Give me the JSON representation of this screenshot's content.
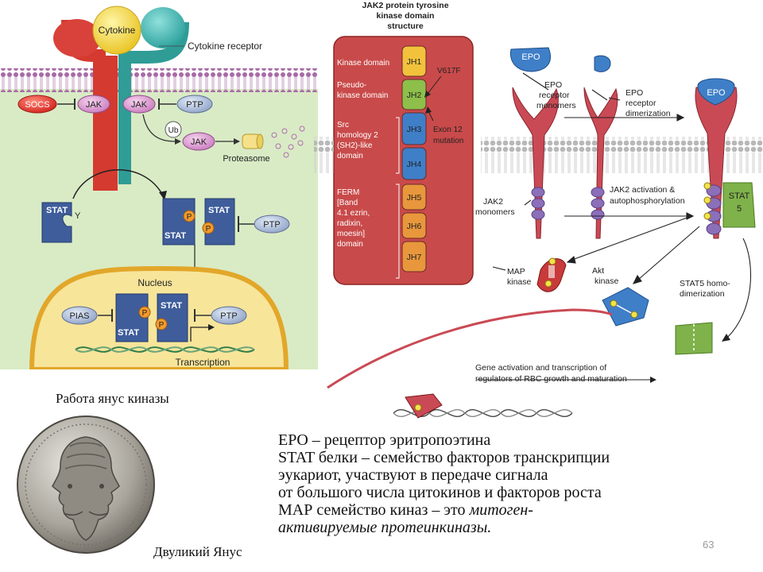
{
  "left_diagram": {
    "cytokine": "Cytokine",
    "cytokine_receptor": "Cytokine receptor",
    "socs": "SOCS",
    "jak_left": "JAK",
    "jak_right": "JAK",
    "ptp_top": "PTP",
    "ub": "Ub",
    "jak_ub": "JAK",
    "proteasome": "Proteasome",
    "stat_free": "STAT",
    "stat_y": "Y",
    "stat_dimer_top": "STAT",
    "stat_dimer_bottom": "STAT",
    "p": "P",
    "ptp_mid": "PTP",
    "nucleus": "Nucleus",
    "pias": "PIAS",
    "ptp_nuc": "PTP",
    "transcription": "Transcription"
  },
  "jak2_panel": {
    "title_line1": "JAK2 protein tyrosine",
    "title_line2": "kinase domain",
    "title_line3": "structure",
    "domains": [
      "JH1",
      "JH2",
      "JH3",
      "JH4",
      "JH5",
      "JH6",
      "JH7"
    ],
    "domain_colors": [
      "#f2c23c",
      "#8dbf4a",
      "#3f7fc8",
      "#3f7fc8",
      "#e8973c",
      "#e8973c",
      "#e8973c"
    ],
    "label_kinase": "Kinase domain",
    "label_pseudo1": "Pseudo-",
    "label_pseudo2": "kinase domain",
    "label_src1": "Src",
    "label_src2": "homology 2",
    "label_src3": "(SH2)-like",
    "label_src4": "domain",
    "label_ferm1": "FERM",
    "label_ferm2": "[Band",
    "label_ferm3": "4.1 ezrin,",
    "label_ferm4": "radixin,",
    "label_ferm5": "moesin]",
    "label_ferm6": "domain",
    "v617f": "V617F",
    "exon1": "Exon 12",
    "exon2": "mutation"
  },
  "epo_diagram": {
    "epo1": "EPO",
    "epo2": "EPO",
    "receptor_monomers1": "EPO",
    "receptor_monomers2": "receptor",
    "receptor_monomers3": "monomers",
    "dimerization1": "EPO",
    "dimerization2": "receptor",
    "dimerization3": "dimerization",
    "jak2_monomers1": "JAK2",
    "jak2_monomers2": "monomers",
    "activation1": "JAK2 activation &",
    "activation2": "autophosphorylation",
    "stat5_1": "STAT",
    "stat5_2": "5",
    "map1": "MAP",
    "map2": "kinase",
    "akt1": "Akt",
    "akt2": "kinase",
    "stat5homo1": "STAT5 homo-",
    "stat5homo2": "dimerization",
    "gene1": "Gene activation and transcription of",
    "gene2": "regulators of RBC growth and maturation"
  },
  "captions": {
    "janus_work": "Работа янус киназы",
    "two_faced": "Двуликий Янус"
  },
  "text_lines": {
    "l1": "EPO – рецептор эритропоэтина",
    "l2": "STAT белки – семейство факторов транскрипции",
    "l3": "эукариот, участвуют в передаче сигнала",
    "l4": "от большого числа цитокинов и факторов роста",
    "l5a": "МАР семейство киназ – это ",
    "l5b": "митоген-",
    "l6": "активируемые протеинкиназы."
  },
  "page_number": "63"
}
